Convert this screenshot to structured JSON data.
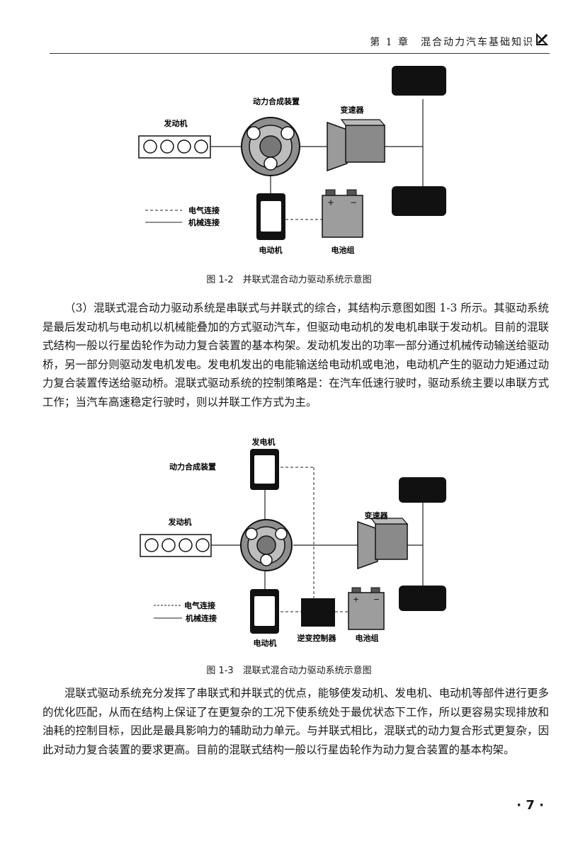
{
  "header": {
    "chapter_label": "第 1 章　混合动力汽车基础知识"
  },
  "figure1": {
    "labels": {
      "power_unit": "动力合成装置",
      "engine": "发动机",
      "transmission": "变速器",
      "motor": "电动机",
      "battery": "电池组",
      "legend_electric": "电气连接",
      "legend_mechanical": "机械连接"
    },
    "caption": "图 1-2　并联式混合动力驱动系统示意图"
  },
  "paragraph1": "（3）混联式混合动力驱动系统是串联式与并联式的综合，其结构示意图如图 1-3 所示。其驱动系统是最后发动机与电动机以机械能叠加的方式驱动汽车，但驱动电动机的发电机串联于发动机。目前的混联式结构一般以行星齿轮作为动力复合装置的基本构架。发动机发出的功率一部分通过机械传动输送给驱动桥，另一部分则驱动发电机发电。发电机发出的电能输送给电动机或电池，电动机产生的驱动力矩通过动力复合装置传送给驱动桥。混联式驱动系统的控制策略是：在汽车低速行驶时，驱动系统主要以串联方式工作；当汽车高速稳定行驶时，则以并联工作方式为主。",
  "figure2": {
    "labels": {
      "generator": "发电机",
      "power_unit": "动力合成装置",
      "engine": "发动机",
      "transmission": "变速器",
      "motor": "电动机",
      "inverter": "逆变控制器",
      "battery": "电池组",
      "legend_electric": "电气连接",
      "legend_mechanical": "机械连接"
    },
    "caption": "图 1-3　混联式混合动力驱动系统示意图"
  },
  "paragraph2": "混联式驱动系统充分发挥了串联式和并联式的优点，能够使发动机、发电机、电动机等部件进行更多的优化匹配，从而在结构上保证了在更复杂的工况下使系统处于最优状态下工作，所以更容易实现排放和油耗的控制目标，因此是最具影响力的辅助动力单元。与并联式相比，混联式的动力复合形式更复杂，因此对动力复合装置的要求更高。目前的混联式结构一般以行星齿轮作为动力复合装置的基本构架。",
  "page_number": "· 7 ·"
}
